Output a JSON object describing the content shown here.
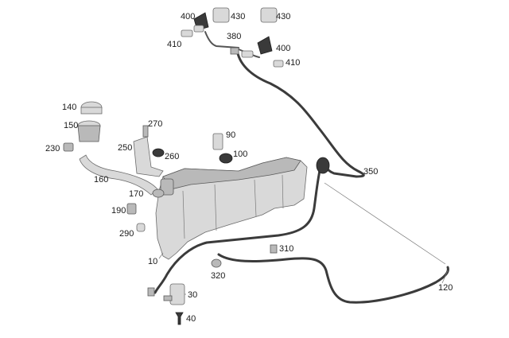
{
  "callouts": {
    "c10": "10",
    "c30": "30",
    "c40": "40",
    "c90": "90",
    "c100": "100",
    "c120": "120",
    "c140": "140",
    "c150": "150",
    "c160": "160",
    "c170": "170",
    "c190": "190",
    "c230": "230",
    "c250": "250",
    "c260": "260",
    "c270": "270",
    "c290": "290",
    "c310": "310",
    "c320": "320",
    "c350": "350",
    "c380": "380",
    "c400a": "400",
    "c400b": "400",
    "c410a": "410",
    "c410b": "410",
    "c430a": "430",
    "c430b": "430"
  }
}
